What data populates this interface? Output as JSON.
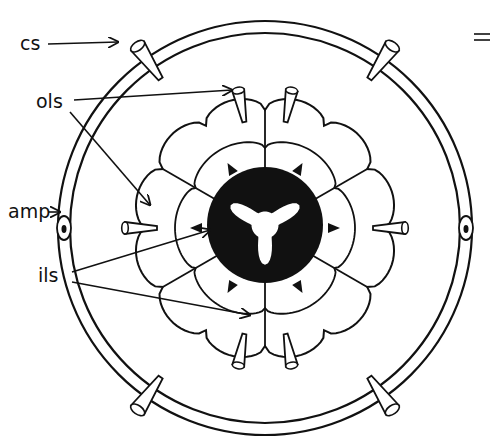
{
  "diagram": {
    "labels": [
      "cs",
      "ols",
      "amp",
      "ils"
    ]
  }
}
